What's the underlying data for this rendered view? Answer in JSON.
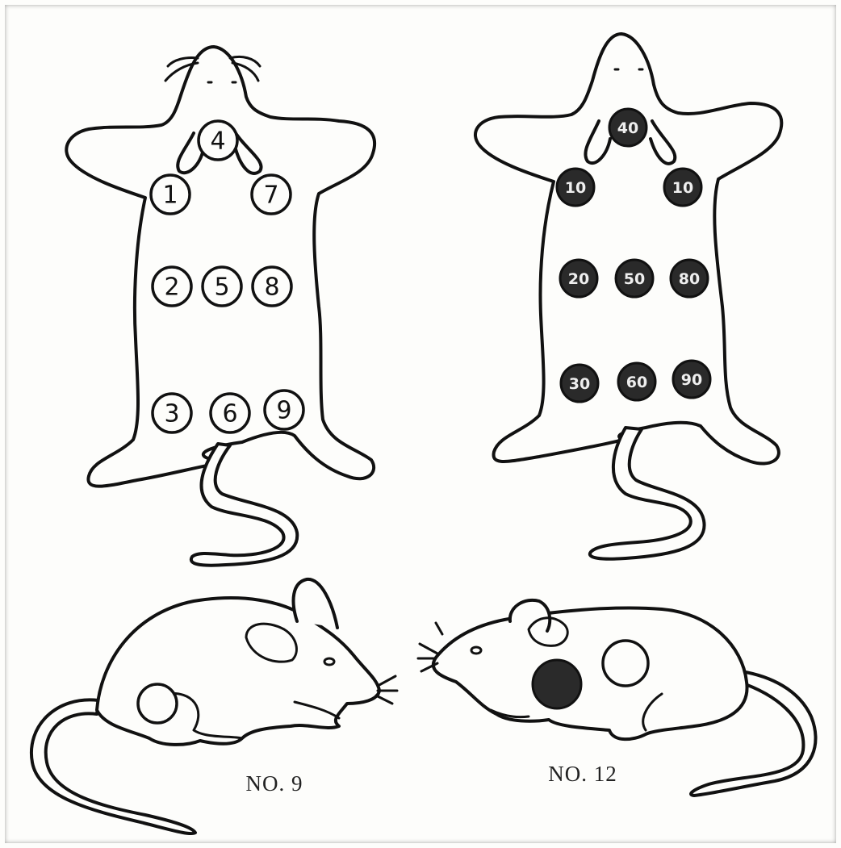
{
  "figure": {
    "left_mouse": {
      "spots": [
        {
          "num": "4",
          "filled": false
        },
        {
          "num": "1",
          "filled": false
        },
        {
          "num": "7",
          "filled": false
        },
        {
          "num": "2",
          "filled": false
        },
        {
          "num": "5",
          "filled": false
        },
        {
          "num": "8",
          "filled": false
        },
        {
          "num": "3",
          "filled": false
        },
        {
          "num": "6",
          "filled": false
        },
        {
          "num": "9",
          "filled": false
        }
      ]
    },
    "right_mouse": {
      "spots": [
        {
          "num": "40",
          "filled": true
        },
        {
          "num": "10",
          "filled": true
        },
        {
          "num": "10",
          "filled": true
        },
        {
          "num": "20",
          "filled": true
        },
        {
          "num": "50",
          "filled": true
        },
        {
          "num": "80",
          "filled": true
        },
        {
          "num": "30",
          "filled": true
        },
        {
          "num": "60",
          "filled": true
        },
        {
          "num": "90",
          "filled": true
        }
      ]
    },
    "examples": [
      {
        "caption": "NO. 9",
        "spots": [
          "open"
        ]
      },
      {
        "caption": "NO. 12",
        "spots": [
          "dark",
          "open"
        ]
      }
    ],
    "colors": {
      "ink": "#111111",
      "paper": "#fdfdfb",
      "dark_spot": "#2a2a2a"
    }
  }
}
